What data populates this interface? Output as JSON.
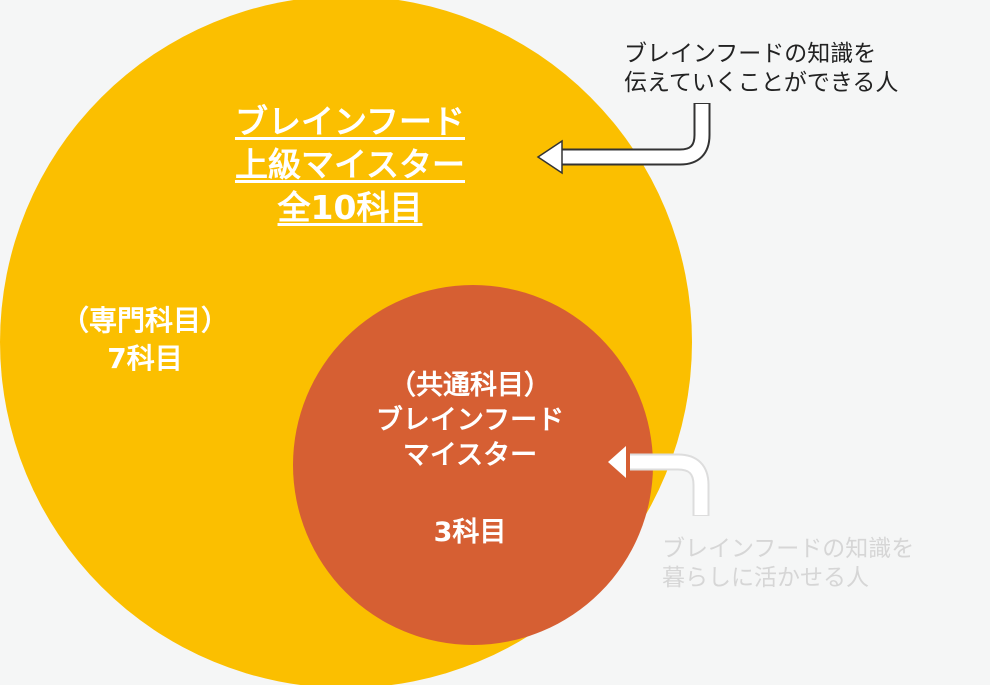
{
  "colors": {
    "background": "#f5f6f6",
    "outer_circle": "#fbbf00",
    "inner_circle": "#d65f33"
  },
  "outer": {
    "title_lines": [
      "ブレインフード",
      "上級マイスター",
      "全10科目"
    ],
    "specialized_label": "（専門科目）",
    "specialized_count": "7科目"
  },
  "inner": {
    "label": "（共通科目）",
    "title_lines": [
      "ブレインフード",
      "マイスター"
    ],
    "count": "3科目"
  },
  "notes": {
    "advanced": [
      "ブレインフードの知識を",
      "伝えていくことができる人"
    ],
    "basic": [
      "ブレインフードの知識を",
      "暮らしに活かせる人"
    ]
  }
}
